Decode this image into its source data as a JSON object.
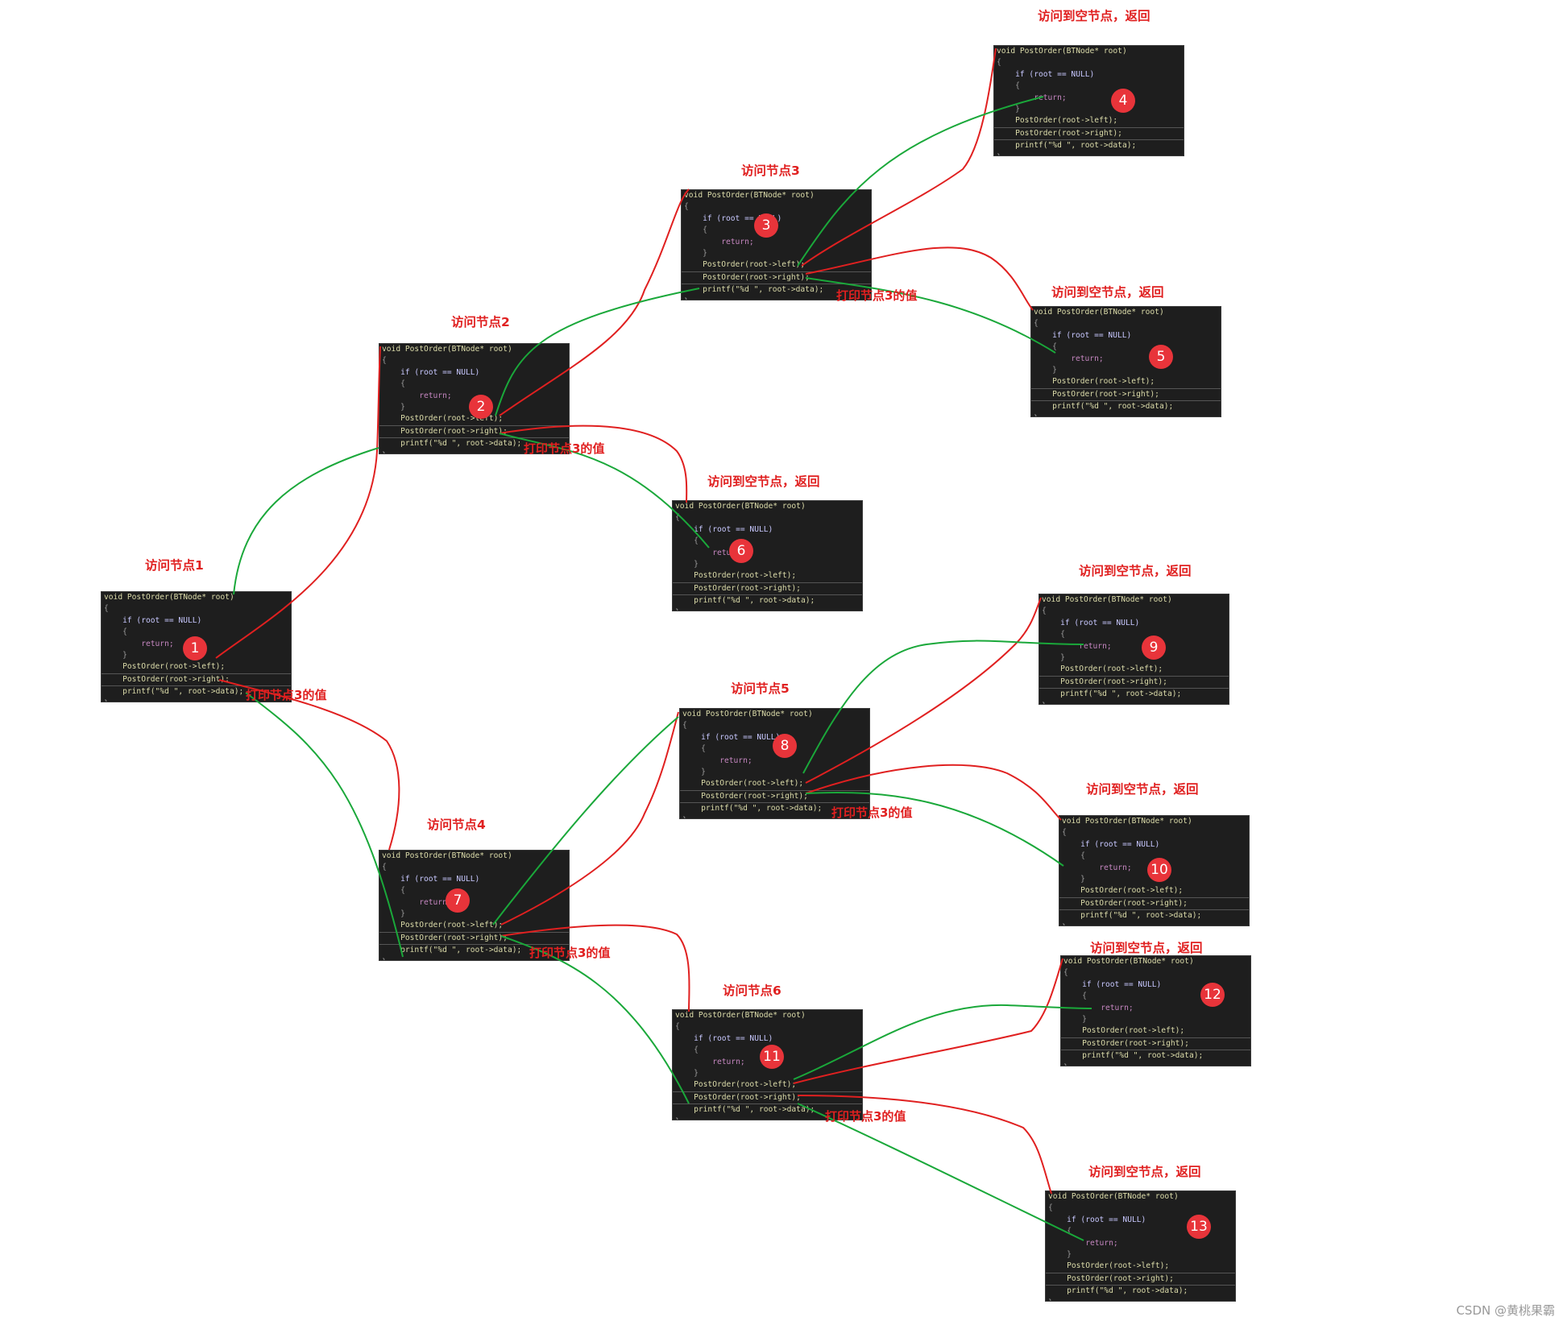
{
  "code": {
    "line1": "void PostOrder(BTNode* root)",
    "line2": "{",
    "line3": "    if (root == NULL)",
    "line4": "    {",
    "line5": "        return;",
    "line6": "    }",
    "line7": "    PostOrder(root->left);",
    "line8": "    PostOrder(root->right);",
    "line9": "    printf(\"%d \", root->data);",
    "line10": "}"
  },
  "colors": {
    "call_line": "#e02020",
    "return_line": "#1aa83a",
    "badge": "#e8343a",
    "label": "#e02020"
  },
  "boxes": [
    {
      "id": "1",
      "title": "访问节点1",
      "print_label": "打印节点3的值"
    },
    {
      "id": "2",
      "title": "访问节点2",
      "print_label": "打印节点3的值"
    },
    {
      "id": "3",
      "title": "访问节点3",
      "print_label": "打印节点3的值"
    },
    {
      "id": "4",
      "title": "访问到空节点，返回"
    },
    {
      "id": "5",
      "title": "访问到空节点，返回"
    },
    {
      "id": "6",
      "title": "访问到空节点，返回"
    },
    {
      "id": "7",
      "title": "访问节点4",
      "print_label": "打印节点3的值"
    },
    {
      "id": "8",
      "title": "访问节点5",
      "print_label": "打印节点3的值"
    },
    {
      "id": "9",
      "title": "访问到空节点，返回"
    },
    {
      "id": "10",
      "title": "访问到空节点，返回"
    },
    {
      "id": "11",
      "title": "访问节点6",
      "print_label": "打印节点3的值"
    },
    {
      "id": "12",
      "title": "访问到空节点，返回"
    },
    {
      "id": "13",
      "title": "访问到空节点，返回"
    }
  ],
  "watermark": "CSDN @黄桃果霸"
}
